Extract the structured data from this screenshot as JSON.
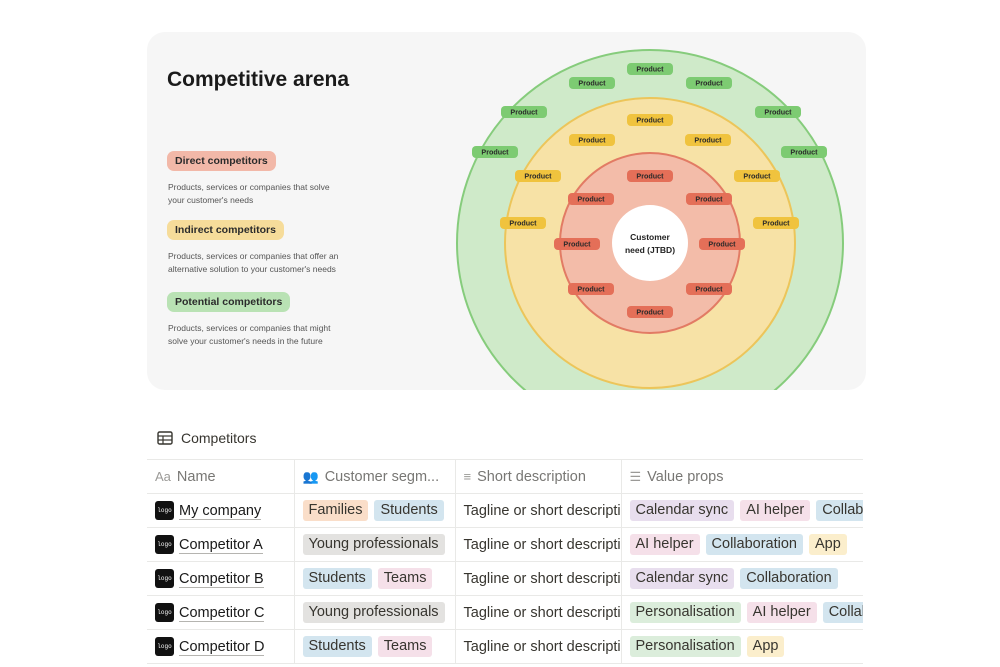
{
  "arena": {
    "title": "Competitive arena",
    "legend": [
      {
        "label": "Direct competitors",
        "desc_line1": "Products, services or companies that solve",
        "desc_line2": "your customer's needs",
        "color": "#f2b8a8"
      },
      {
        "label": "Indirect competitors",
        "desc_line1": "Products, services or companies that offer an",
        "desc_line2": "alternative solution to your customer's needs",
        "color": "#f6dc9a"
      },
      {
        "label": "Potential competitors",
        "desc_line1": "Products, services or companies that might",
        "desc_line2": "solve your customer's needs in the future",
        "color": "#b9e2b4"
      }
    ],
    "center_line1": "Customer",
    "center_line2": "need (JTBD)",
    "product_label": "Product",
    "colors": {
      "outer_fill": "#cfeac9",
      "outer_stroke": "#86cc7c",
      "outer_pill": "#7dcb72",
      "middle_fill": "#f7e2a6",
      "middle_stroke": "#ecc55a",
      "middle_pill": "#f0c33e",
      "inner_fill": "#f3bca9",
      "inner_stroke": "#e27b64",
      "inner_pill": "#e46f58"
    }
  },
  "database": {
    "icon": "table-icon",
    "title": "Competitors",
    "columns": [
      {
        "icon": "text-icon",
        "icon_glyph": "Aa",
        "label": "Name"
      },
      {
        "icon": "people-icon",
        "icon_glyph": "👥",
        "label": "Customer segm..."
      },
      {
        "icon": "lines-icon",
        "icon_glyph": "≡",
        "label": "Short description"
      },
      {
        "icon": "list-icon",
        "icon_glyph": "☰",
        "label": "Value props"
      }
    ],
    "logo_text": "logo",
    "rows": [
      {
        "name": "My company",
        "segments": [
          "Families",
          "Students"
        ],
        "desc": "Tagline or short description",
        "props": [
          "Calendar sync",
          "AI helper",
          "Collaboration"
        ]
      },
      {
        "name": "Competitor A",
        "segments": [
          "Young professionals"
        ],
        "desc": "Tagline or short description",
        "props": [
          "AI helper",
          "Collaboration",
          "App"
        ]
      },
      {
        "name": "Competitor B",
        "segments": [
          "Students",
          "Teams"
        ],
        "desc": "Tagline or short description",
        "props": [
          "Calendar sync",
          "Collaboration"
        ]
      },
      {
        "name": "Competitor C",
        "segments": [
          "Young professionals"
        ],
        "desc": "Tagline or short description",
        "props": [
          "Personalisation",
          "AI helper",
          "Collaboration"
        ]
      },
      {
        "name": "Competitor D",
        "segments": [
          "Students",
          "Teams"
        ],
        "desc": "Tagline or short description",
        "props": [
          "Personalisation",
          "App"
        ]
      }
    ],
    "tag_colors": {
      "Families": "#fadec9",
      "Students": "#d3e5ef",
      "Young professionals": "#e3e2e0",
      "Teams": "#f5e0e9",
      "Calendar sync": "#e8deee",
      "AI helper": "#f5e0e9",
      "Collaboration": "#d3e5ef",
      "App": "#fbeecc",
      "Personalisation": "#dbeddb"
    }
  }
}
